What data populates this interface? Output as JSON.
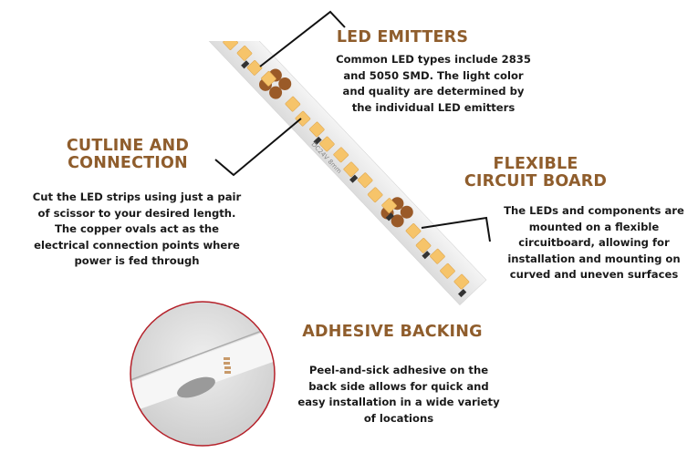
{
  "colors": {
    "heading": "#8f5d2c",
    "body": "#1a1a1a",
    "circle_border": "#b5212a",
    "copper": "#9a5a28",
    "led": "#f6c46a"
  },
  "strip": {
    "label": "DC24V 8mm"
  },
  "sections": {
    "led_emitters": {
      "title": "LED EMITTERS",
      "body": "Common LED types include 2835 and 5050 SMD. The light color and quality are determined by the individual LED emitters"
    },
    "cutline": {
      "title_line1": "CUTLINE AND",
      "title_line2": "CONNECTION",
      "body": "Cut the LED strips using just a pair of scissor to your desired length. The copper ovals act as the electrical connection points where power is fed through"
    },
    "flexible": {
      "title_line1": "FLEXIBLE",
      "title_line2": "CIRCUIT BOARD",
      "body": "The LEDs and components are mounted on a flexible circuitboard, allowing for installation and mounting on curved and uneven surfaces"
    },
    "adhesive": {
      "title": "ADHESIVE BACKING",
      "body": "Peel-and-sick adhesive on the back side allows for quick and easy installation in a wide variety of locations"
    }
  }
}
